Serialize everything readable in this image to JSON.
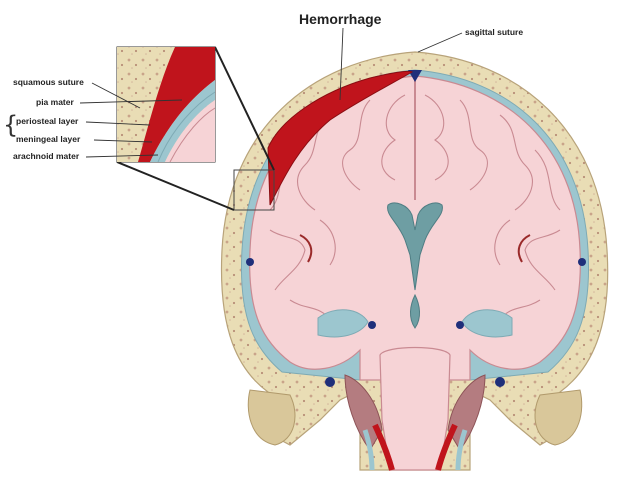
{
  "title": "Hemorrhage",
  "labels": {
    "sagittal_suture": "sagittal suture",
    "squamous_suture": "squamous suture",
    "pia_mater": "pia mater",
    "periosteal_layer": "periosteal layer",
    "meningeal_layer": "meningeal layer",
    "arachnoid_mater": "arachnoid mater"
  },
  "colors": {
    "bone": "#e9ddb5",
    "bone_spots": "#c9a48a",
    "brain": "#f6d3d6",
    "brain_outline": "#c98a92",
    "dura": "#9cc6cf",
    "hemorrhage": "#c0141c",
    "ventricle": "#6e9ea3",
    "vessel_blue": "#1f2f7a"
  }
}
